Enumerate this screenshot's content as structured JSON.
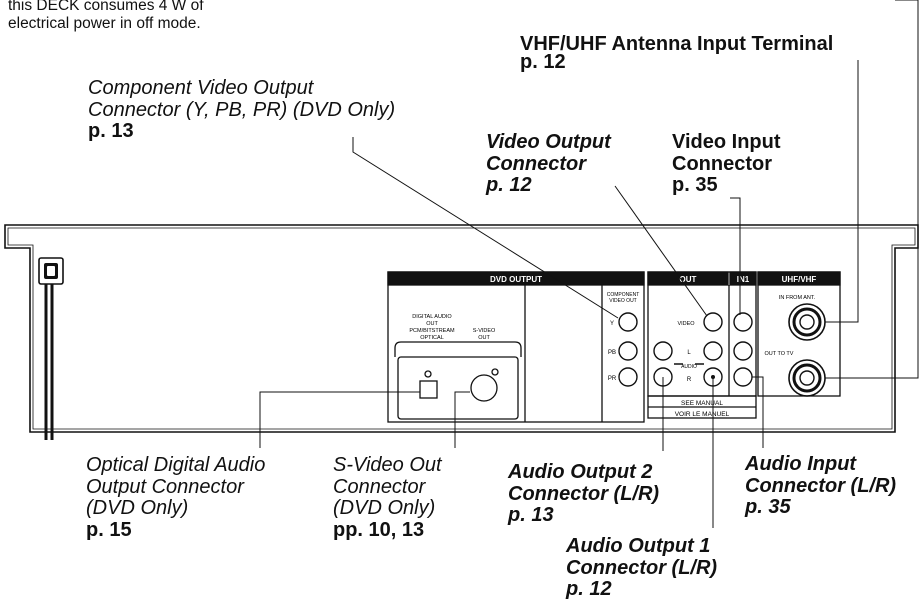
{
  "power_note": {
    "line1": "this DECK consumes 4 W of",
    "line2": "electrical power in off mode."
  },
  "callouts": {
    "antenna_input": {
      "title": "VHF/UHF Antenna Input Terminal",
      "page": "p. 12"
    },
    "component_video": {
      "line1": "Component Video Output",
      "line2": "Connector (Y, PB, PR) (DVD Only)",
      "page": "p. 13"
    },
    "video_output": {
      "line1": "Video Output",
      "line2": "Connector",
      "page": "p. 12"
    },
    "video_input": {
      "line1": "Video Input",
      "line2": "Connector",
      "page": "p. 35"
    },
    "optical_audio": {
      "line1": "Optical Digital Audio",
      "line2": "Output Connector",
      "line3": "(DVD Only)",
      "page": "p. 15"
    },
    "svideo_out": {
      "line1": "S-Video Out",
      "line2": "Connector",
      "line3": "(DVD Only)",
      "page": "pp. 10, 13"
    },
    "audio_output_2": {
      "line1": "Audio Output 2",
      "line2": "Connector (L/R)",
      "page": "p. 13"
    },
    "audio_input": {
      "line1": "Audio Input",
      "line2": "Connector (L/R)",
      "page": "p. 35"
    },
    "audio_output_1": {
      "line1": "Audio Output 1",
      "line2": "Connector (L/R)",
      "page": "p. 12"
    }
  },
  "panel_labels": {
    "dvd_output": "DVD OUTPUT",
    "out": "OUT",
    "in1": "IN1",
    "uhf_vhf": "UHF/VHF",
    "component_video_out_1": "COMPONENT",
    "component_video_out_2": "VIDEO OUT",
    "y": "Y",
    "pb": "PB",
    "pr": "PR",
    "digital_audio_1": "DIGITAL AUDIO",
    "digital_audio_2": "OUT",
    "digital_audio_3": "PCM/BITSTREAM",
    "digital_audio_4": "OPTICAL",
    "svideo_1": "S-VIDEO",
    "svideo_2": "OUT",
    "video": "VIDEO",
    "l": "L",
    "r": "R",
    "audio": "AUDIO",
    "in_from_ant": "IN FROM ANT.",
    "out_to_tv": "OUT TO TV",
    "see_manual": "SEE MANUAL",
    "voir_le_manuel": "VOIR LE MANUEL"
  }
}
